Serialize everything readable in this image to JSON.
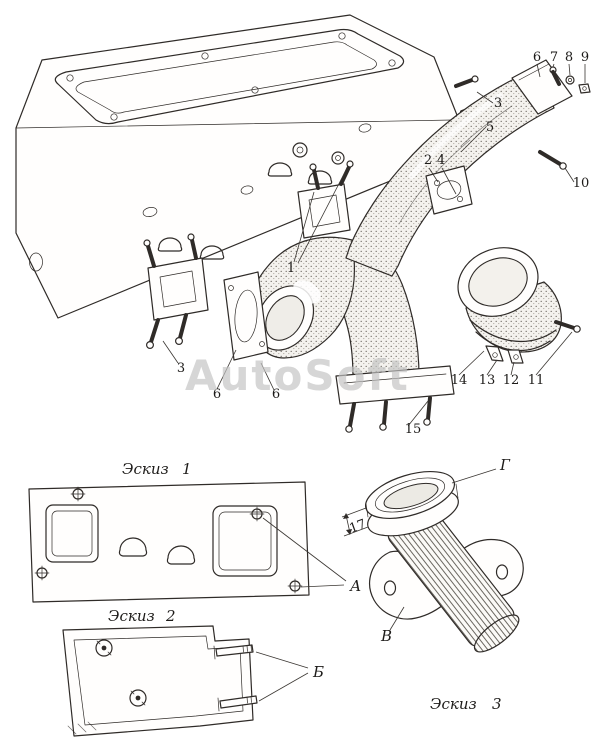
{
  "watermark": {
    "text": "AutoSoft"
  },
  "main_view": {
    "callouts": {
      "n1": "1",
      "n2": "2",
      "n3_right": "3",
      "n3_left": "3",
      "n4": "4",
      "n5": "5",
      "n6_inlet": "6",
      "n6_left": "6",
      "n6_mid": "6",
      "n7": "7",
      "n8": "8",
      "n9": "9",
      "n10": "10",
      "n11": "11",
      "n12": "12",
      "n13": "13",
      "n14": "14",
      "n15": "15"
    }
  },
  "sketches": {
    "s1": {
      "label": "Эскиз",
      "number": "1",
      "callout": "А"
    },
    "s2": {
      "label": "Эскиз",
      "number": "2",
      "callout": "Б"
    },
    "s3": {
      "label": "Эскиз",
      "number": "3",
      "callout_rim": "Г",
      "callout_flange": "В",
      "dimension": "17"
    }
  }
}
